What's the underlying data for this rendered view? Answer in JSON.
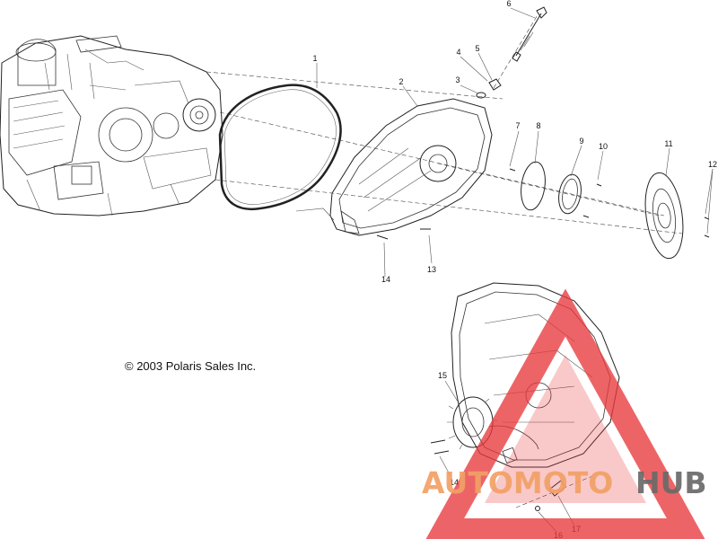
{
  "copyright": "© 2003 Polaris Sales Inc.",
  "watermark": {
    "part1": "AUTOMOTO",
    "part2": "HUB",
    "color_primary": "#f2a066",
    "color_secondary": "#6a6a6a",
    "triangle_color": "#e8393d"
  },
  "callouts": [
    {
      "id": "1",
      "label": "1"
    },
    {
      "id": "2",
      "label": "2"
    },
    {
      "id": "3",
      "label": "3"
    },
    {
      "id": "4",
      "label": "4"
    },
    {
      "id": "5",
      "label": "5"
    },
    {
      "id": "6",
      "label": "6"
    },
    {
      "id": "7",
      "label": "7"
    },
    {
      "id": "8",
      "label": "8"
    },
    {
      "id": "9",
      "label": "9"
    },
    {
      "id": "10",
      "label": "10"
    },
    {
      "id": "11",
      "label": "11"
    },
    {
      "id": "12",
      "label": "12"
    },
    {
      "id": "13",
      "label": "13"
    },
    {
      "id": "14a",
      "label": "14"
    },
    {
      "id": "14b",
      "label": "14"
    },
    {
      "id": "15",
      "label": "15"
    },
    {
      "id": "16",
      "label": "16"
    },
    {
      "id": "17",
      "label": "17"
    }
  ]
}
